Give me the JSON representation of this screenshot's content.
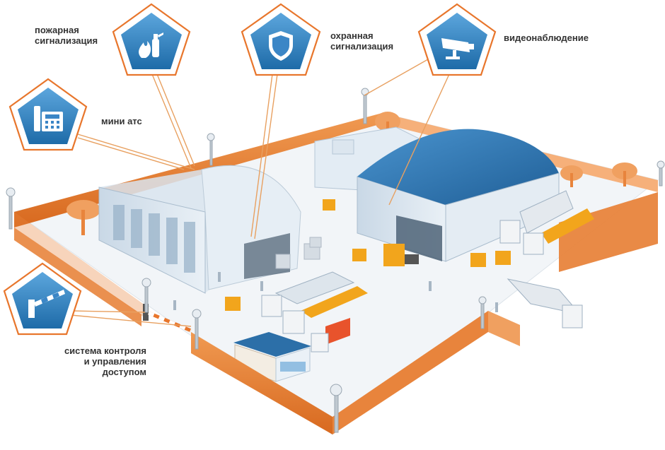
{
  "callouts": [
    {
      "id": "fire",
      "label": "пожарная\nсигнализация",
      "icon": "fire-extinguisher-icon"
    },
    {
      "id": "security",
      "label": "охранная\nсигнализация",
      "icon": "shield-icon"
    },
    {
      "id": "video",
      "label": "видеонаблюдение",
      "icon": "cctv-camera-icon"
    },
    {
      "id": "pbx",
      "label": "мини атс",
      "icon": "office-phone-icon"
    },
    {
      "id": "access",
      "label": "система контроля\nи управления\nдоступом",
      "icon": "barrier-gate-icon"
    }
  ],
  "colors": {
    "accent_orange": "#E8762C",
    "fence_orange": "#E8843C",
    "icon_blue": "#2F7FC1",
    "roof_blue": "#2C6FA8",
    "ground": "#EEF2F5",
    "label_text": "#333333"
  }
}
